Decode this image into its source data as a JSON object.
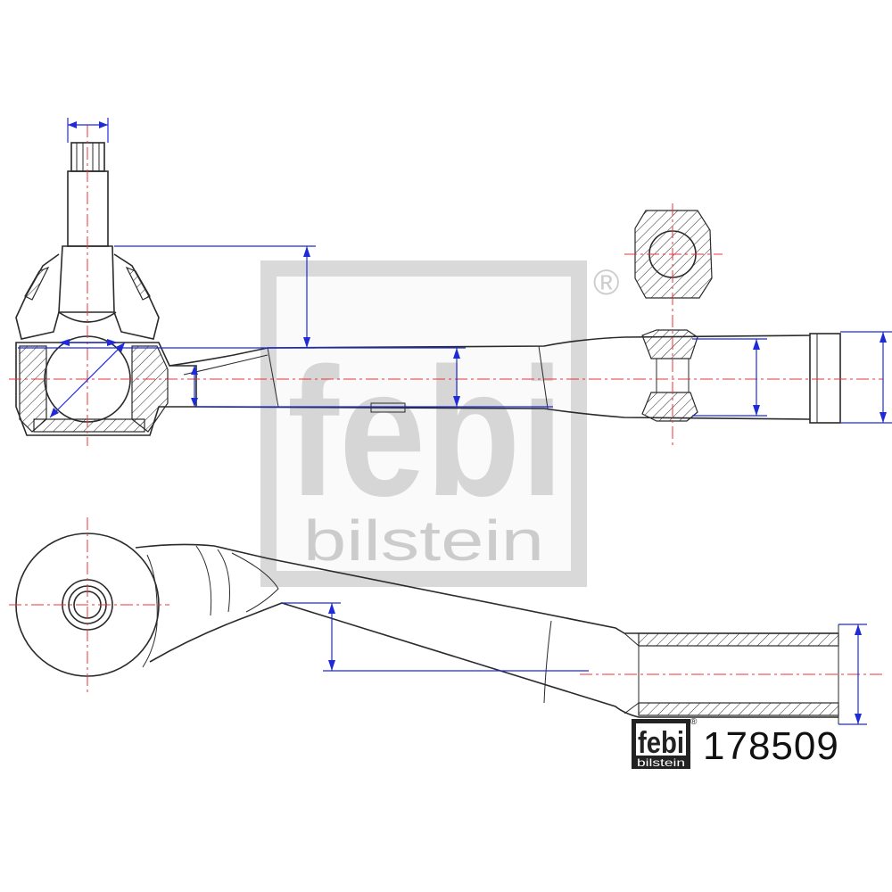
{
  "watermark": {
    "brand": "febi",
    "sub": "bilstein",
    "registered": "®"
  },
  "logo": {
    "brand": "febi",
    "sub": "bilstein",
    "registered": "®"
  },
  "part_number": "178509",
  "colors": {
    "outline": "#2a2a2a",
    "centerline": "#e8343a",
    "dimension": "#1f2bd6",
    "watermark": "#b9b9b9"
  }
}
